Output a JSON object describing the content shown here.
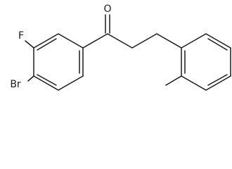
{
  "molecule": {
    "atoms": {
      "oxygen": "O",
      "fluorine": "F",
      "bromine": "Br"
    }
  },
  "colors": {
    "bond": "#1a1a1a",
    "background": "#ffffff"
  }
}
